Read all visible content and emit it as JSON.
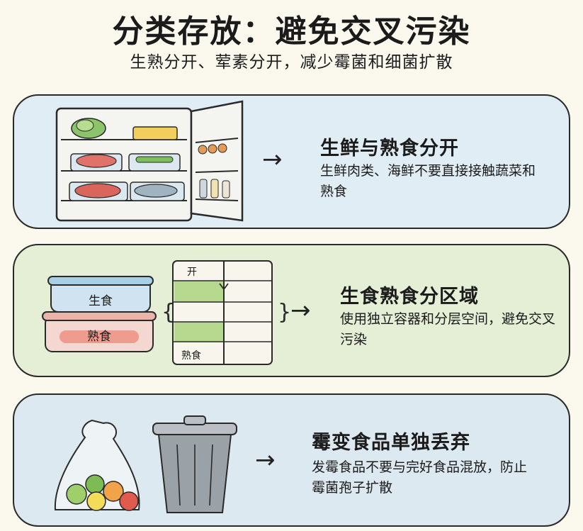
{
  "header": {
    "title": "分类存放：避免交叉污染",
    "subtitle": "生熟分开、荤素分开，减少霉菌和细菌扩散"
  },
  "panels": [
    {
      "title": "生鲜与熟食分开",
      "description": "生鲜肉类、海鲜不要直接接触蔬菜和熟食",
      "illustration": "refrigerator-icon",
      "color": "#e1edf4"
    },
    {
      "title": "生食熟食分区域",
      "description": "使用独立容器和分层空间，避免交叉污染",
      "illustration": "containers-shelf-icon",
      "color": "#e4efd6",
      "labels": {
        "raw_container": "生食",
        "cooked_container": "熟食",
        "shelf_top": "开",
        "shelf_bottom": "熟食"
      }
    },
    {
      "title": "霉变食品单独丢弃",
      "description": "发霉食品不要与完好食品混放，防止霉菌孢子扩散",
      "illustration": "trash-bin-icon",
      "color": "#dde9f1"
    }
  ],
  "arrow_glyph": "→"
}
